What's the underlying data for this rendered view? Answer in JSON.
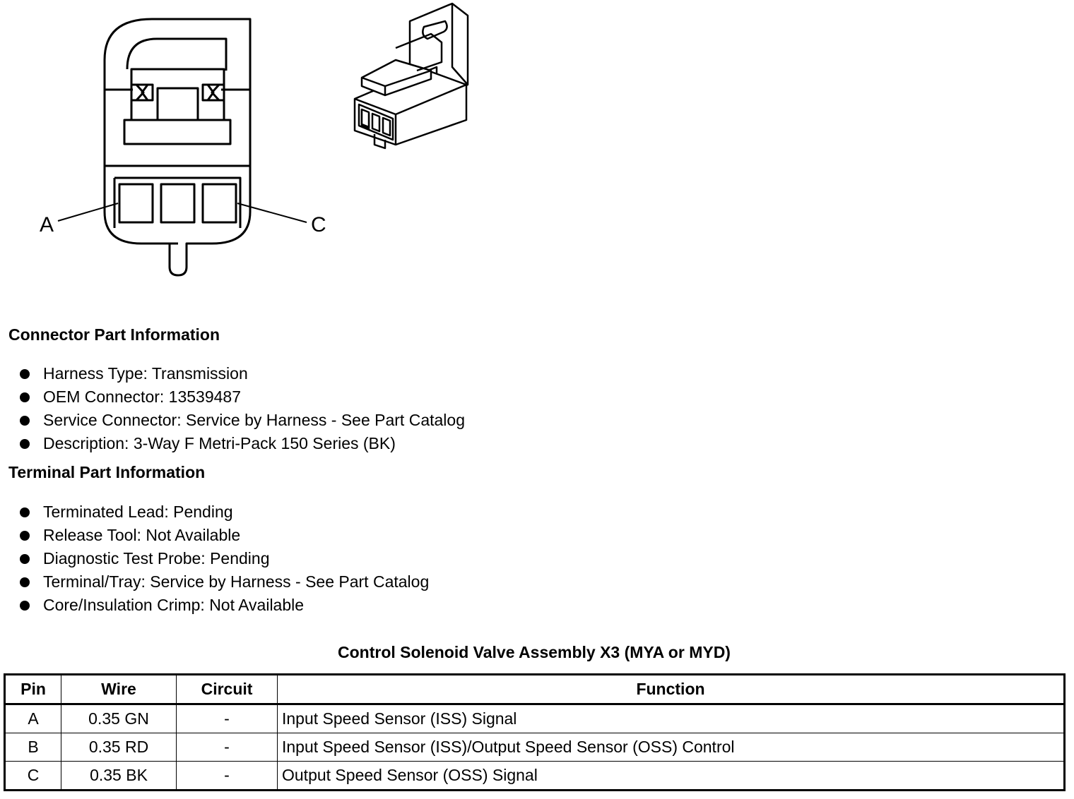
{
  "diagram": {
    "pin_labels": {
      "left": "A",
      "right": "C"
    },
    "icons": [
      "connector-face-icon",
      "connector-3d-icon"
    ]
  },
  "connector_info": {
    "heading": "Connector Part Information",
    "items": [
      "Harness Type: Transmission",
      "OEM Connector: 13539487",
      "Service Connector: Service by Harness - See Part Catalog",
      "Description: 3-Way F Metri-Pack 150 Series (BK)"
    ]
  },
  "terminal_info": {
    "heading": "Terminal Part Information",
    "items": [
      "Terminated Lead: Pending",
      "Release Tool: Not Available",
      "Diagnostic Test Probe: Pending",
      "Terminal/Tray: Service by Harness - See Part Catalog",
      "Core/Insulation Crimp: Not Available"
    ]
  },
  "pin_table": {
    "title": "Control Solenoid Valve Assembly X3 (MYA or MYD)",
    "headers": [
      "Pin",
      "Wire",
      "Circuit",
      "Function"
    ],
    "rows": [
      {
        "pin": "A",
        "wire": "0.35 GN",
        "circuit": "-",
        "function": "Input Speed Sensor (ISS) Signal"
      },
      {
        "pin": "B",
        "wire": "0.35 RD",
        "circuit": "-",
        "function": "Input Speed Sensor (ISS)/Output Speed Sensor (OSS) Control"
      },
      {
        "pin": "C",
        "wire": "0.35 BK",
        "circuit": "-",
        "function": "Output Speed Sensor (OSS) Signal"
      }
    ]
  }
}
